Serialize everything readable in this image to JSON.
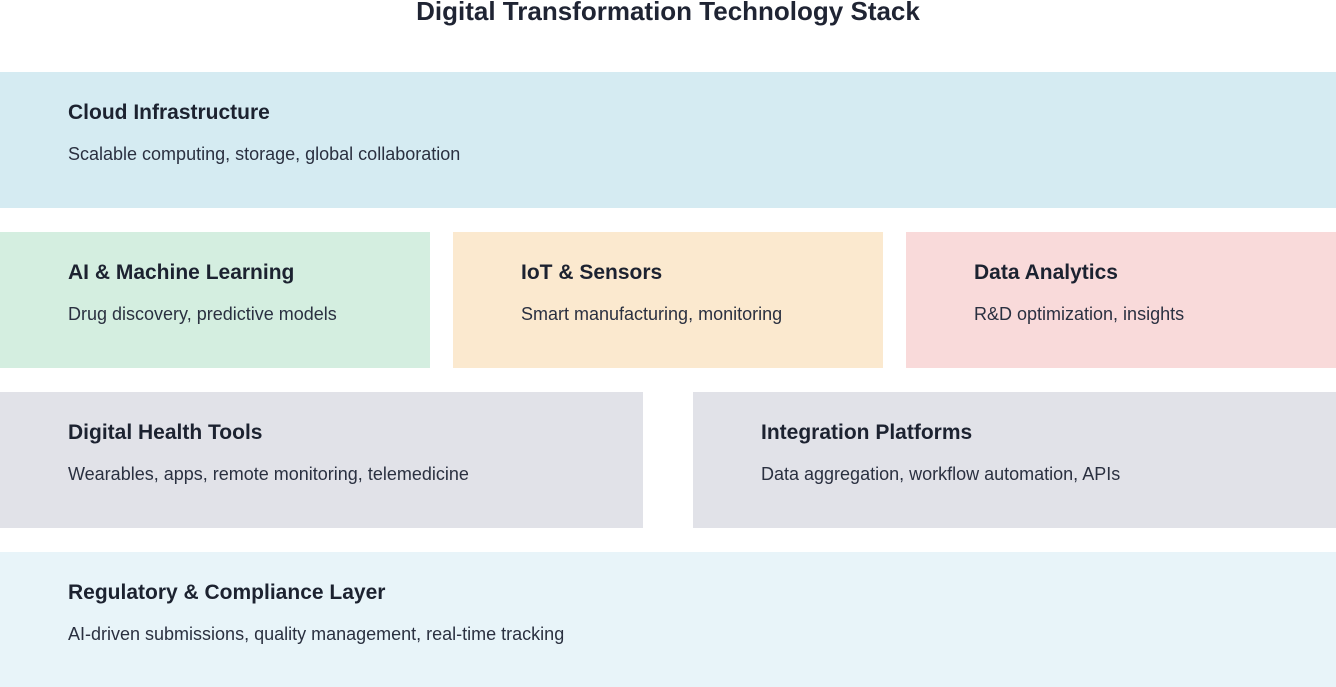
{
  "title": "Digital Transformation Technology Stack",
  "colors": {
    "cloud": "#d5ebf2",
    "ai": "#d4eee0",
    "iot": "#fbe9cf",
    "analytics": "#f9dada",
    "health": "#e1e2e8",
    "integration": "#e1e2e8",
    "regulatory": "#e8f4f9"
  },
  "layers": {
    "cloud": {
      "title": "Cloud Infrastructure",
      "description": "Scalable computing, storage, global collaboration"
    },
    "ai": {
      "title": "AI & Machine Learning",
      "description": "Drug discovery, predictive models"
    },
    "iot": {
      "title": "IoT & Sensors",
      "description": "Smart manufacturing, monitoring"
    },
    "analytics": {
      "title": "Data Analytics",
      "description": "R&D optimization, insights"
    },
    "health": {
      "title": "Digital Health Tools",
      "description": "Wearables, apps, remote monitoring, telemedicine"
    },
    "integration": {
      "title": "Integration Platforms",
      "description": "Data aggregation, workflow automation, APIs"
    },
    "regulatory": {
      "title": "Regulatory & Compliance Layer",
      "description": "AI-driven submissions, quality management, real-time tracking"
    }
  }
}
